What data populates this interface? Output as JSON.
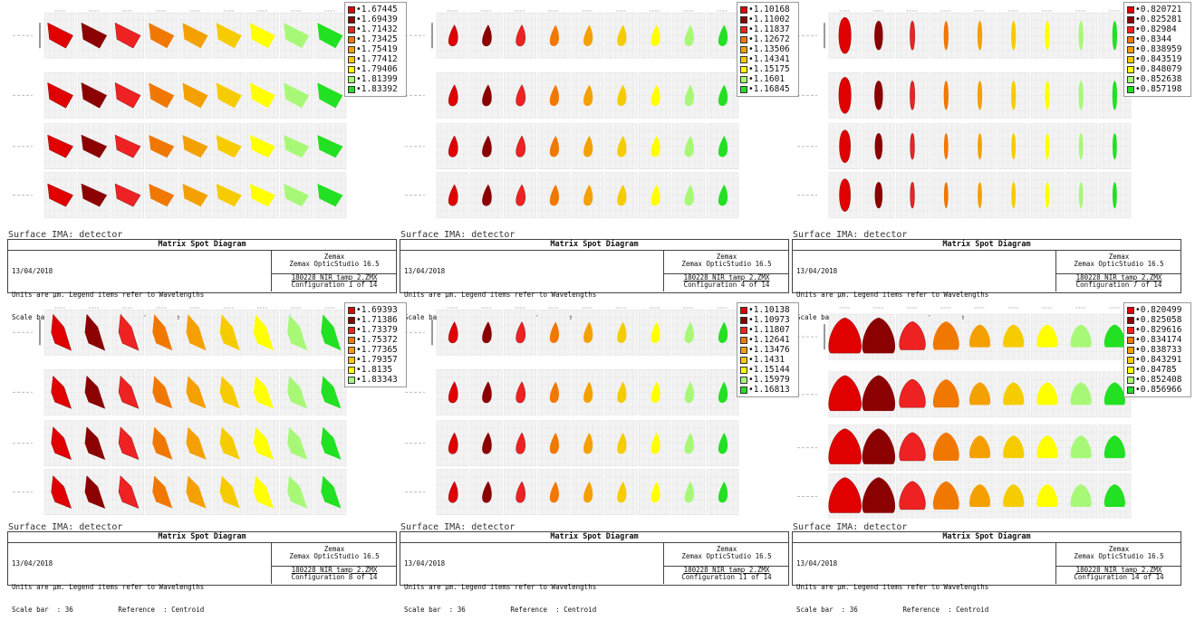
{
  "common": {
    "surface_label": "Surface IMA: detector",
    "title": "Matrix Spot Diagram",
    "date": "13/04/2018",
    "units_note": "Units are µm. Legend items refer to Wavelengths",
    "scale_bar": "Scale bar  : 36",
    "reference": "Reference  : Centroid",
    "vendor": "Zemax",
    "software": "Zemax OpticStudio 16.5",
    "file": "180228_NIR_tamp_2.ZMX"
  },
  "colors": [
    "#e00000",
    "#8b0000",
    "#ee2222",
    "#f07800",
    "#f4a000",
    "#f6cc00",
    "#ffff00",
    "#a8f878",
    "#22e022"
  ],
  "panels": [
    {
      "configuration": "Configuration 1 of 14",
      "legend": [
        "1.67445",
        "1.69439",
        "1.71432",
        "1.73425",
        "1.75419",
        "1.77412",
        "1.79406",
        "1.81399",
        "1.83392"
      ]
    },
    {
      "configuration": "Configuration 4 of 14",
      "legend": [
        "1.10168",
        "1.11002",
        "1.11837",
        "1.12672",
        "1.13506",
        "1.14341",
        "1.15175",
        "1.1601",
        "1.16845"
      ]
    },
    {
      "configuration": "Configuration 7 of 14",
      "legend": [
        "0.820721",
        "0.825281",
        "0.82984",
        "0.8344",
        "0.838959",
        "0.843519",
        "0.848079",
        "0.852638",
        "0.857198"
      ]
    },
    {
      "configuration": "Configuration 8 of 14",
      "legend": [
        "1.69393",
        "1.71386",
        "1.73379",
        "1.75372",
        "1.77365",
        "1.79357",
        "1.8135",
        "1.83343"
      ]
    },
    {
      "configuration": "Configuration 11 of 14",
      "legend": [
        "1.10138",
        "1.10973",
        "1.11807",
        "1.12641",
        "1.13476",
        "1.1431",
        "1.15144",
        "1.15979",
        "1.16813"
      ]
    },
    {
      "configuration": "Configuration 14 of 14",
      "legend": [
        "0.820499",
        "0.825058",
        "0.829616",
        "0.834174",
        "0.838733",
        "0.843291",
        "0.84785",
        "0.852408",
        "0.856966"
      ]
    }
  ]
}
